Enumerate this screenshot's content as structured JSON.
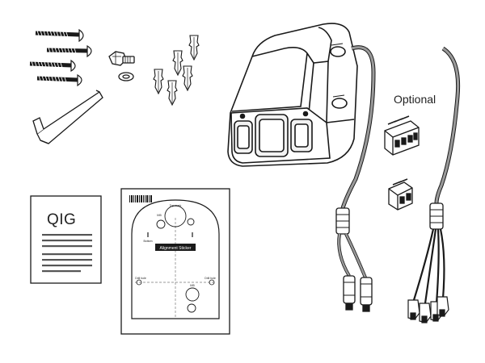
{
  "labels": {
    "optional": "Optional",
    "qig": "QIG"
  },
  "sticker": {
    "top_label": "Top mark",
    "bottom_label": "Bottom",
    "alignment": "Alignment Sticker",
    "m5_top": "M5",
    "m5_bottom": "M5",
    "left_label": "Drill hole",
    "right_label": "Drill hole"
  },
  "colors": {
    "line": "#1a1a1a",
    "cable": "#9a9a9a",
    "paper_dots": "#555555"
  },
  "items": [
    "screws",
    "bolt",
    "washer",
    "wall-anchors",
    "hex-key",
    "camera-housing",
    "terminal-block-4pin",
    "terminal-block-2pin",
    "cable-connector",
    "cable-pigtail",
    "qig-booklet",
    "alignment-sticker"
  ]
}
